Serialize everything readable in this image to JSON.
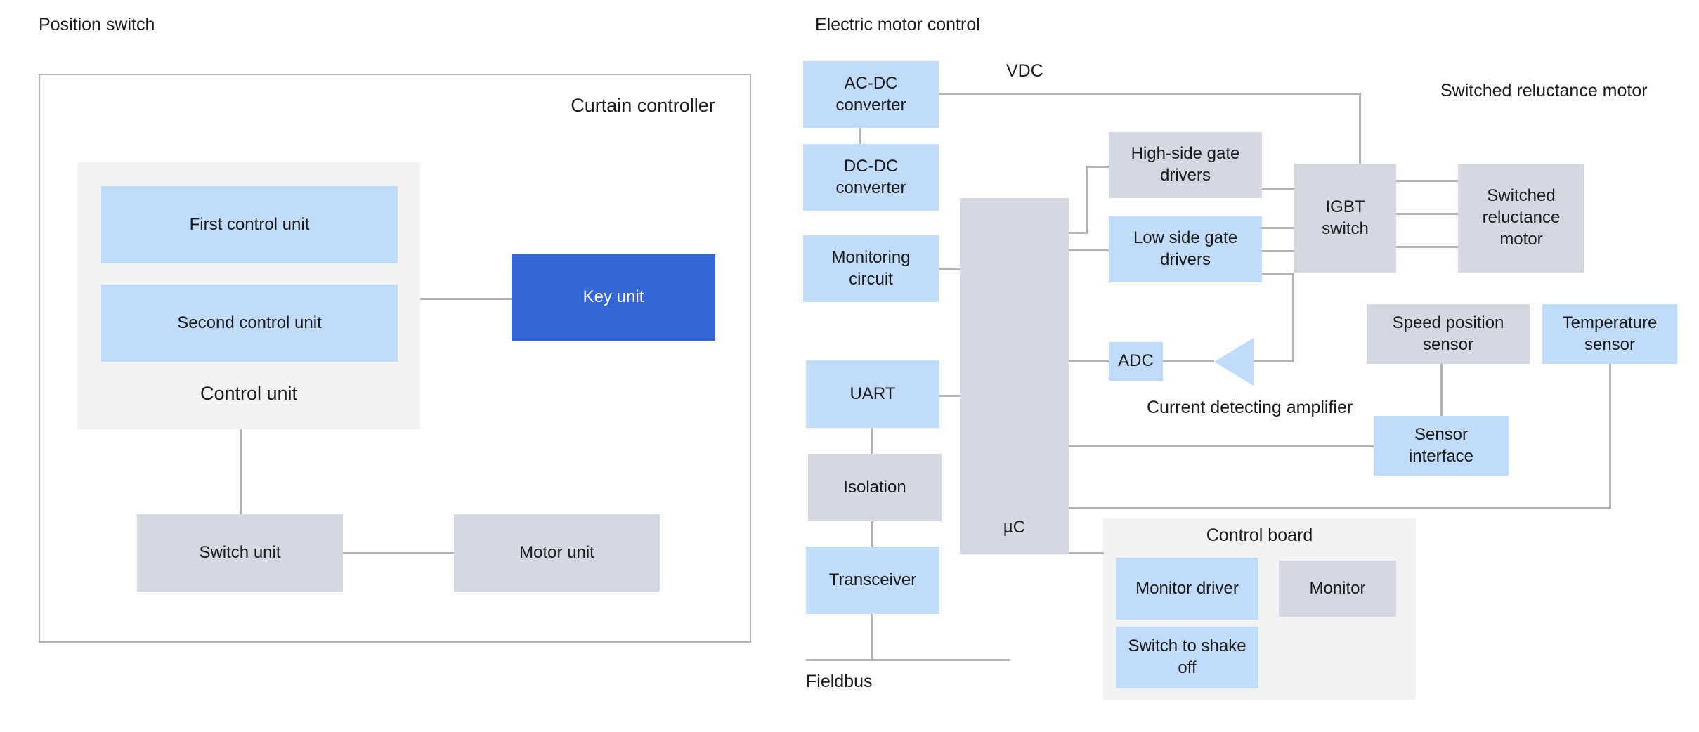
{
  "sections": {
    "left_title": "Position switch",
    "right_title": "Electric motor control"
  },
  "left_diagram": {
    "frame_label": "Curtain controller",
    "control_unit": {
      "label": "Control unit",
      "children": [
        {
          "label": "First control unit"
        },
        {
          "label": "Second control unit"
        }
      ]
    },
    "key_unit": {
      "label": "Key unit"
    },
    "switch_unit": {
      "label": "Switch unit"
    },
    "motor_unit": {
      "label": "Motor unit"
    }
  },
  "right_diagram": {
    "power_chain": [
      {
        "label": "AC-DC\nconverter"
      },
      {
        "label": "DC-DC\nconverter"
      },
      {
        "label": "Monitoring\ncircuit"
      }
    ],
    "comms_chain": [
      {
        "label": "UART"
      },
      {
        "label": "Isolation"
      },
      {
        "label": "Transceiver"
      }
    ],
    "mcu": {
      "label": "µC"
    },
    "gate_drivers": [
      {
        "label": "High-side gate\ndrivers"
      },
      {
        "label": "Low side gate\ndrivers"
      }
    ],
    "igbt_switch": {
      "label": "IGBT\nswitch"
    },
    "motor": {
      "label": "Switched\nreluctance\nmotor"
    },
    "adc": {
      "label": "ADC"
    },
    "sensors": [
      {
        "label": "Speed  position\nsensor"
      },
      {
        "label": "Temperature\nsensor"
      },
      {
        "label": "Sensor\ninterface"
      }
    ],
    "control_board": {
      "label": "Control board",
      "children": [
        {
          "label": "Monitor driver"
        },
        {
          "label": "Monitor"
        },
        {
          "label": "Switch to shake\noff"
        }
      ]
    },
    "annotations": {
      "vdc": "VDC",
      "motor_group": "Switched reluctance motor",
      "current_amp": "Current detecting amplifier",
      "fieldbus": "Fieldbus"
    }
  },
  "colors": {
    "blue_fill": "#c1dcfb",
    "gray_fill": "#d3d8e2",
    "accent_fill": "#3367d6",
    "panel_fill": "#f2f2f2",
    "line": "#b3b3b3",
    "text": "#1a1a1a"
  }
}
